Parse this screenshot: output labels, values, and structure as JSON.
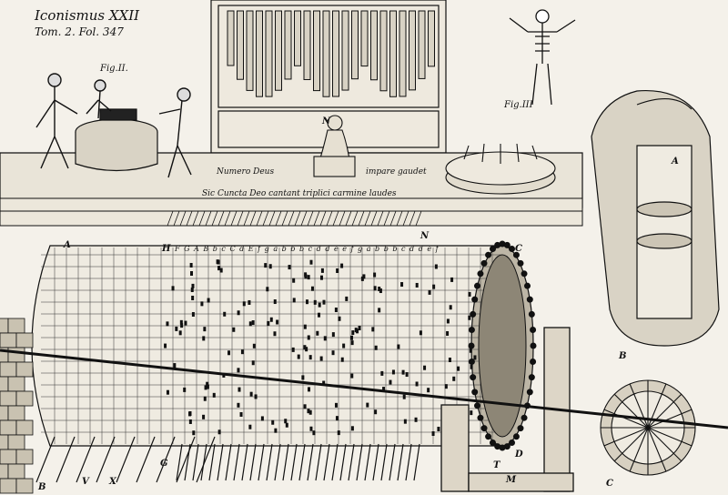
{
  "plate": {
    "title": "Iconismus XXII",
    "subtitle": "Tom. 2. Fol. 347",
    "figures": {
      "fig2": "Fig.II.",
      "fig3": "Fig.III"
    },
    "mottos": {
      "deus": "Numero Deus",
      "gaudet": "impare gaudet",
      "cuncta": "Sic Cuncta Deo cantant triplici carmine laudes"
    },
    "note_scale": "F G A B b c C d E f g a b b b c d d e e f g a b b b c d d e f",
    "letters": {
      "a_left": "A",
      "h": "H",
      "n_upper": "N",
      "n_lower": "N",
      "c_right": "C",
      "a_tank": "A",
      "b_wheel": "B",
      "c_bottom": "C",
      "b_bottom": "B",
      "v": "V",
      "x": "X",
      "g": "G",
      "d": "D",
      "t": "T",
      "m": "M"
    }
  },
  "palette": {
    "ink": "#111111",
    "paper": "#f4f1ea"
  }
}
